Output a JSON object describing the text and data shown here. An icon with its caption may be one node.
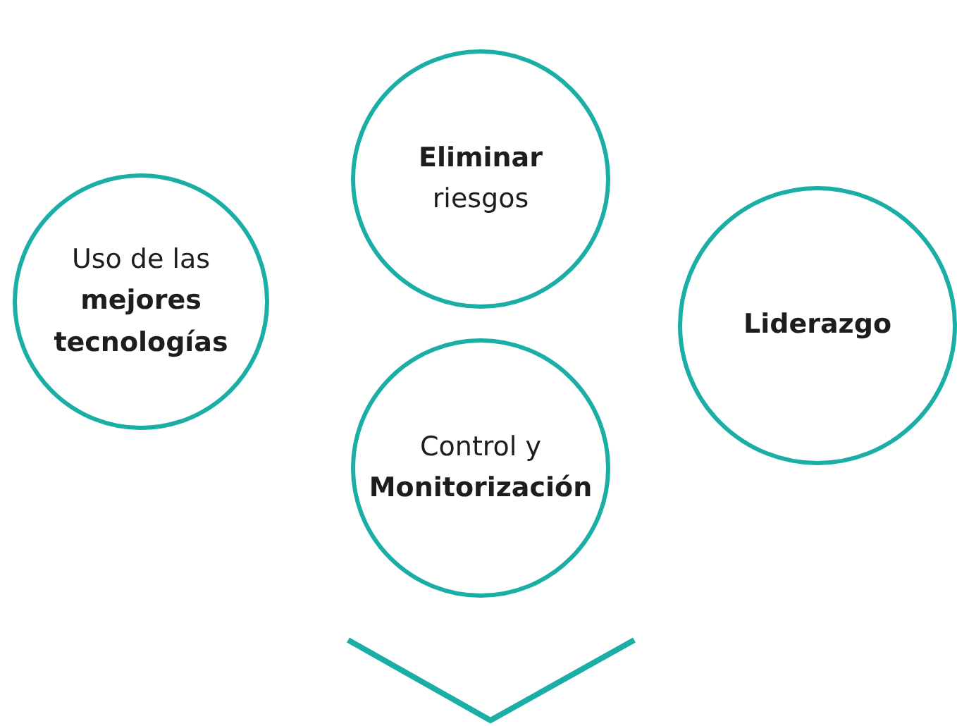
{
  "diagram": {
    "nodes": [
      {
        "text": [
          "**Eliminar** riesgos"
        ]
      },
      {
        "text": [
          "Uso de las **mejores tecnologías**"
        ]
      },
      {
        "text": [
          "Liderazgo"
        ]
      },
      {
        "text": [
          "Control y **Monitorización**"
        ]
      }
    ]
  }
}
